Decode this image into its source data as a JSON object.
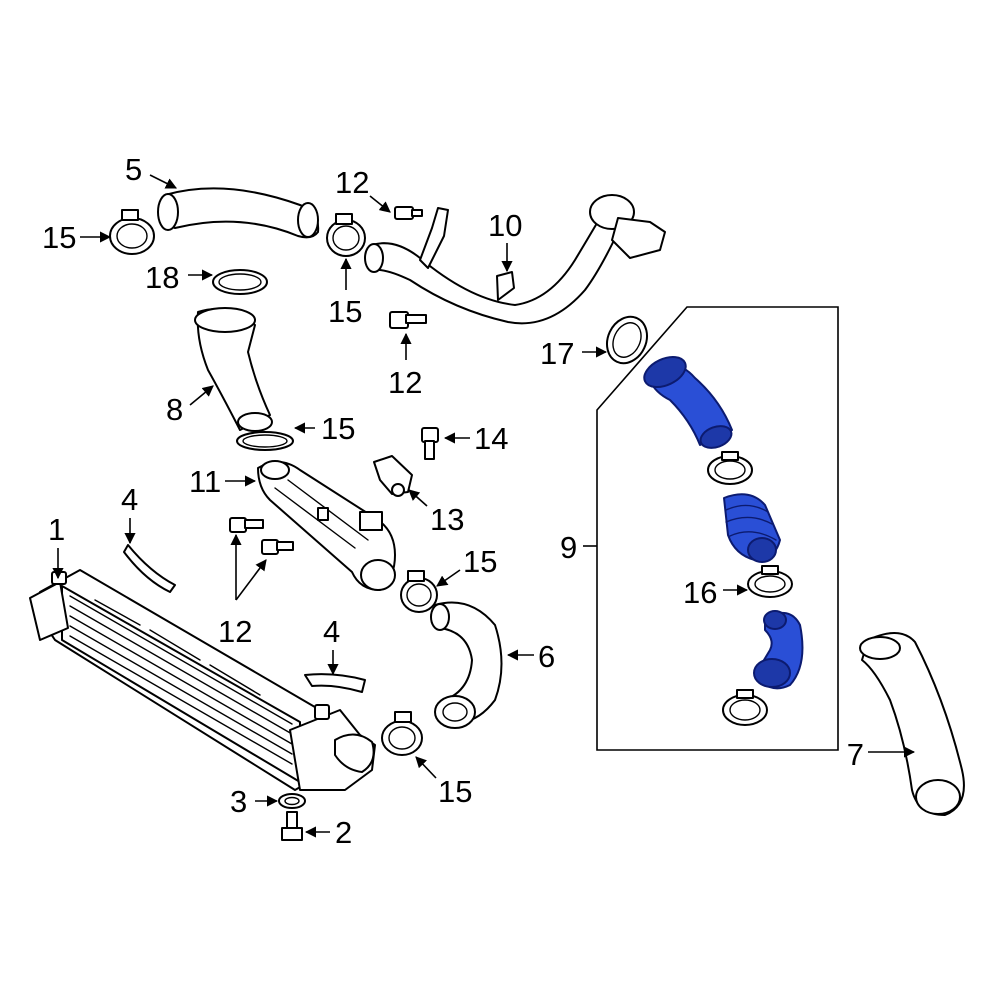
{
  "colors": {
    "highlight": "#2a4fd6",
    "highlight_outline": "#0c1b70",
    "line": "#000000",
    "background": "#ffffff"
  },
  "callouts": {
    "c1": "1",
    "c2": "2",
    "c3": "3",
    "c4a": "4",
    "c4b": "4",
    "c5": "5",
    "c6": "6",
    "c7": "7",
    "c8": "8",
    "c9": "9",
    "c10": "10",
    "c11": "11",
    "c12a": "12",
    "c12b": "12",
    "c12c": "12",
    "c13": "13",
    "c14": "14",
    "c15a": "15",
    "c15b": "15",
    "c15c": "15",
    "c15d": "15",
    "c15e": "15",
    "c16": "16",
    "c17": "17",
    "c18": "18"
  }
}
